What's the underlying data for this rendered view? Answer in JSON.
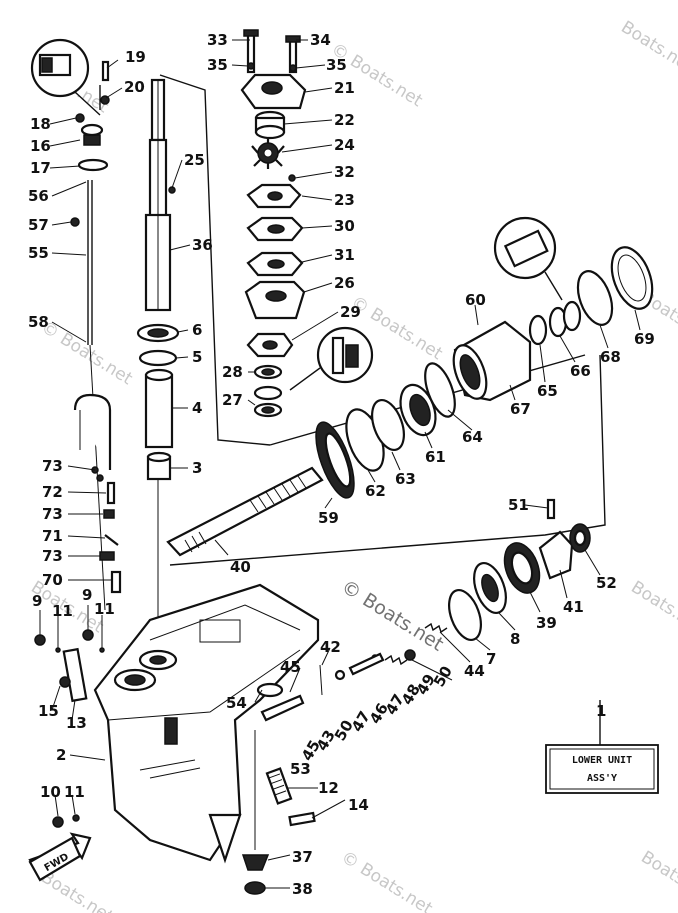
{
  "diagram": {
    "caption_line1": "LOWER UNIT",
    "caption_line2": "ASS'Y",
    "fwd_label": "FWD",
    "watermark_brand": "© Boats.net",
    "watermark_short": "Boats.net",
    "part_numbers": {
      "p1": "1",
      "p2": "2",
      "p3": "3",
      "p4": "4",
      "p5": "5",
      "p6": "6",
      "p7": "7",
      "p8": "8",
      "p9": "9",
      "p10": "10",
      "p11": "11",
      "p12": "12",
      "p13": "13",
      "p14": "14",
      "p15": "15",
      "p16": "16",
      "p17": "17",
      "p18": "18",
      "p19": "19",
      "p20": "20",
      "p21": "21",
      "p22": "22",
      "p23": "23",
      "p24": "24",
      "p25": "25",
      "p26": "26",
      "p27": "27",
      "p28": "28",
      "p29": "29",
      "p30": "30",
      "p31": "31",
      "p32": "32",
      "p33": "33",
      "p34": "34",
      "p35": "35",
      "p36": "36",
      "p37": "37",
      "p38": "38",
      "p39": "39",
      "p40": "40",
      "p41": "41",
      "p42": "42",
      "p43": "43",
      "p44": "44",
      "p45": "45",
      "p46": "46",
      "p47": "47",
      "p48": "48",
      "p49": "49",
      "p50": "50",
      "p51": "51",
      "p52": "52",
      "p53": "53",
      "p54": "54",
      "p55": "55",
      "p56": "56",
      "p57": "57",
      "p58": "58",
      "p59": "59",
      "p60": "60",
      "p61": "61",
      "p62": "62",
      "p63": "63",
      "p64": "64",
      "p65": "65",
      "p66": "66",
      "p67": "67",
      "p68": "68",
      "p69": "69",
      "p70": "70",
      "p71": "71",
      "p72": "72",
      "p73": "73"
    }
  }
}
